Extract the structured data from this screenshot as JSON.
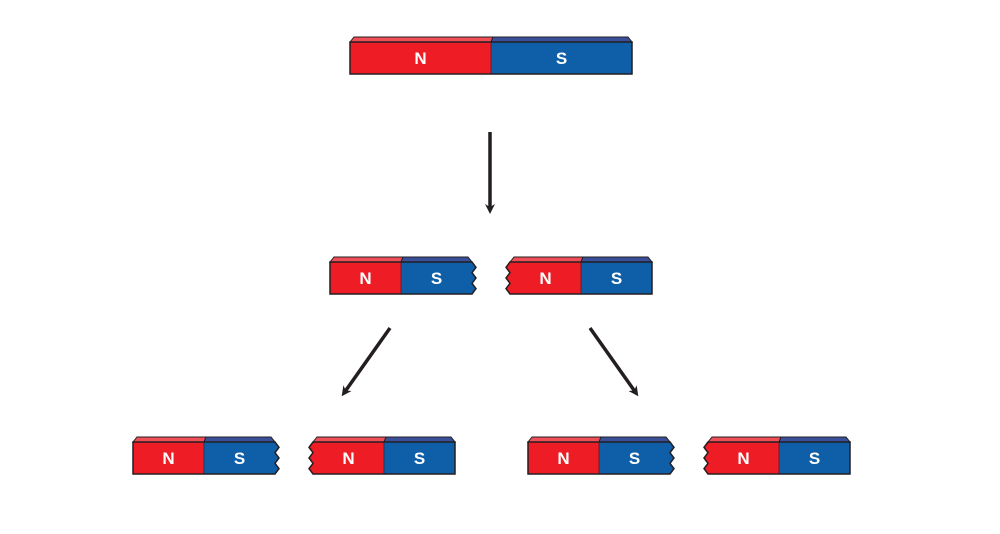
{
  "labels": {
    "north": "N",
    "south": "S"
  },
  "colors": {
    "north_front": "#ee1c25",
    "north_top": "#f04e57",
    "south_front": "#0e5ea8",
    "south_top": "#3a4f9a",
    "outline": "#231f20",
    "arrow": "#231f20",
    "background": "#ffffff"
  },
  "magnets": [
    {
      "id": "whole-magnet",
      "level": 0,
      "left_end": "flat",
      "right_end": "flat",
      "north_label": "N",
      "south_label": "S"
    },
    {
      "id": "half-left",
      "level": 1,
      "left_end": "flat",
      "right_end": "jagged",
      "north_label": "N",
      "south_label": "S"
    },
    {
      "id": "half-right",
      "level": 1,
      "left_end": "jagged",
      "right_end": "flat",
      "north_label": "N",
      "south_label": "S"
    },
    {
      "id": "quarter-1",
      "level": 2,
      "left_end": "flat",
      "right_end": "jagged",
      "north_label": "N",
      "south_label": "S"
    },
    {
      "id": "quarter-2",
      "level": 2,
      "left_end": "jagged",
      "right_end": "flat",
      "north_label": "N",
      "south_label": "S"
    },
    {
      "id": "quarter-3",
      "level": 2,
      "left_end": "flat",
      "right_end": "jagged",
      "north_label": "N",
      "south_label": "S"
    },
    {
      "id": "quarter-4",
      "level": 2,
      "left_end": "jagged",
      "right_end": "flat",
      "north_label": "N",
      "south_label": "S"
    }
  ],
  "arrows": [
    {
      "id": "arrow-down",
      "direction": "down"
    },
    {
      "id": "arrow-left",
      "direction": "down-left"
    },
    {
      "id": "arrow-right",
      "direction": "down-right"
    }
  ]
}
